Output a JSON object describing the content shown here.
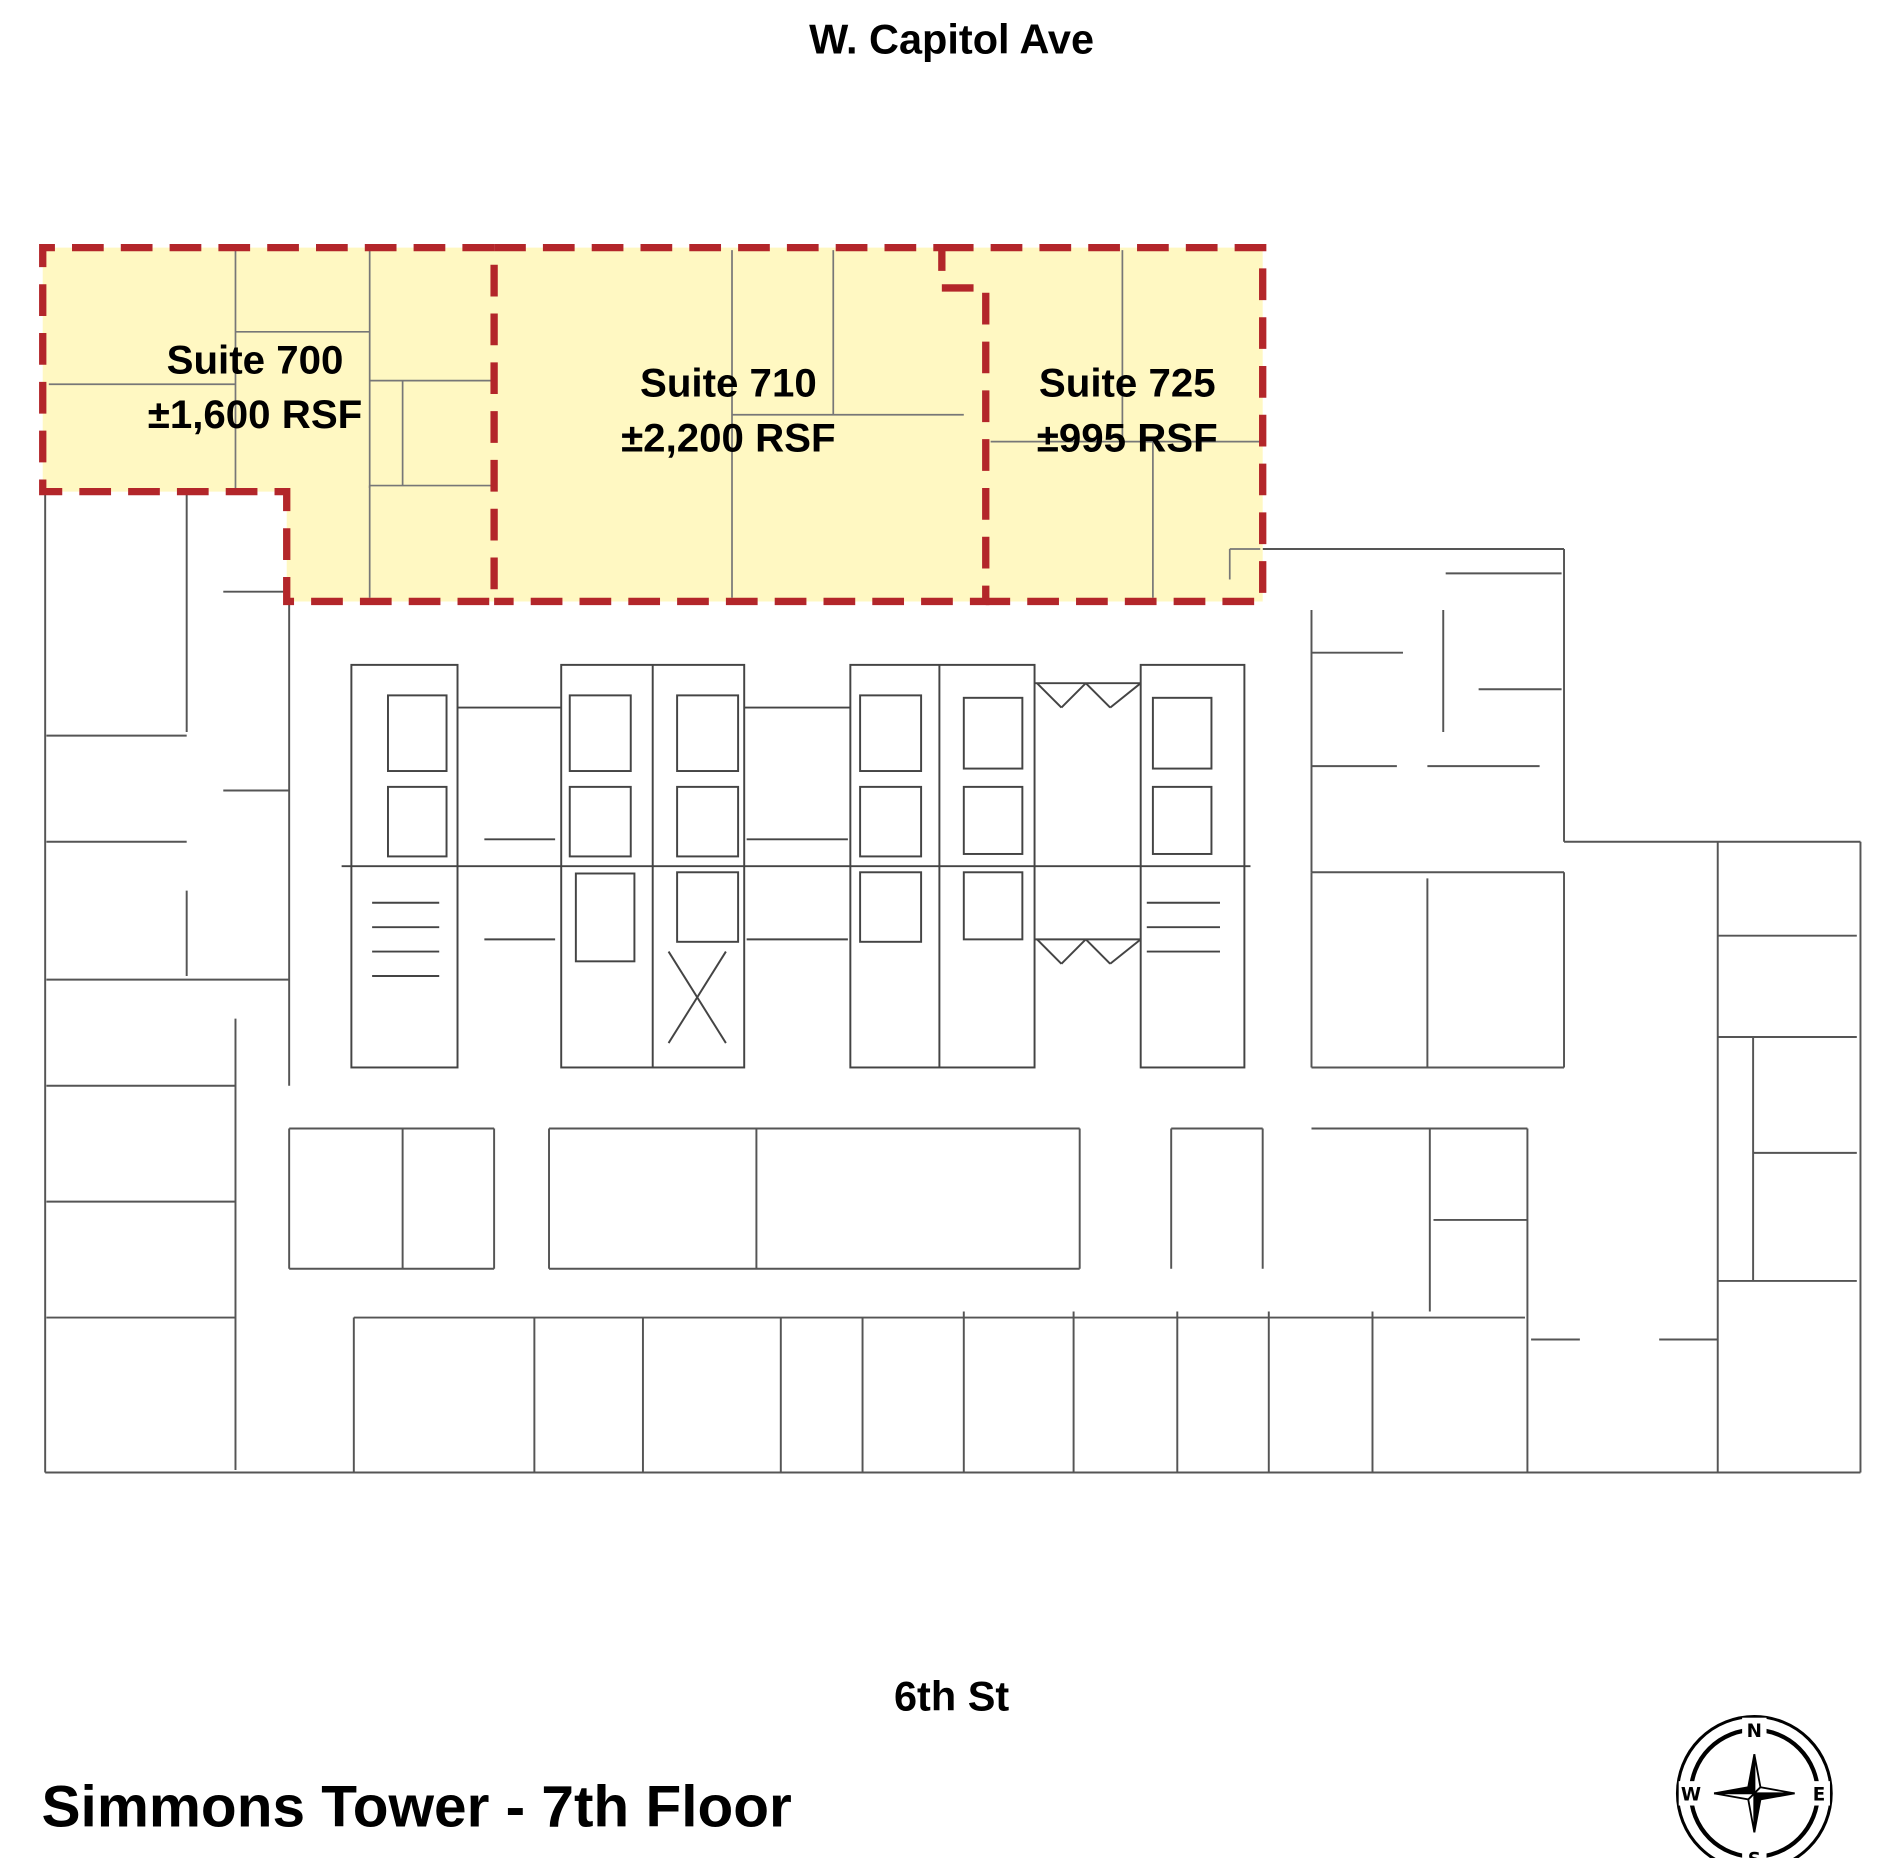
{
  "streets": {
    "north": "W. Capitol Ave",
    "south": "6th St"
  },
  "title": "Simmons Tower - 7th Floor",
  "suites": [
    {
      "name": "Suite 700",
      "area": "±1,600 RSF"
    },
    {
      "name": "Suite 710",
      "area": "±2,200 RSF"
    },
    {
      "name": "Suite 725",
      "area": "±995 RSF"
    }
  ],
  "compass": {
    "n": "N",
    "e": "E",
    "s": "S",
    "w": "W"
  },
  "colors": {
    "available_fill": "#FFF8C2",
    "available_border": "#B3262A",
    "walls": "#555555"
  }
}
